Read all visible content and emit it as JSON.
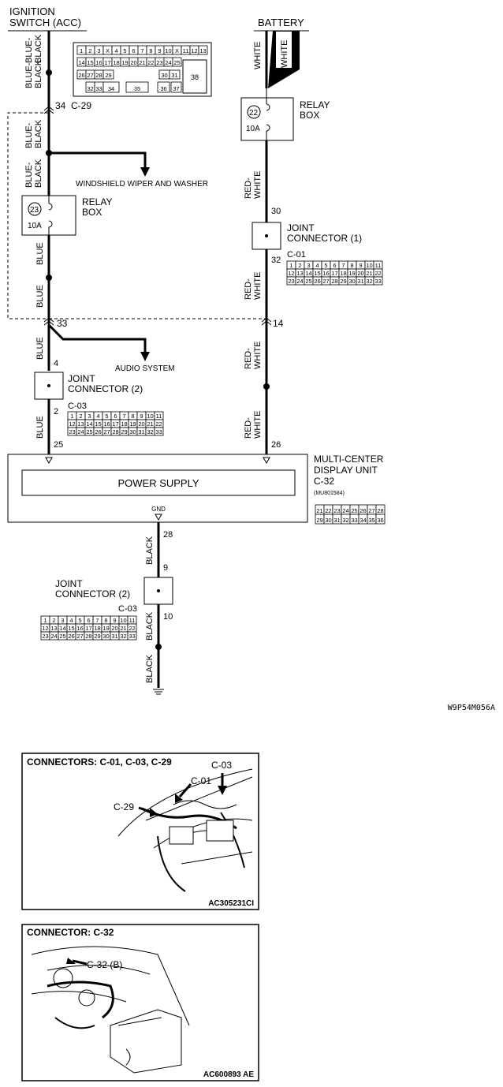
{
  "diagram": {
    "ignition_label_1": "IGNITION",
    "ignition_label_2": "SWITCH (ACC)",
    "battery_label": "BATTERY",
    "white": "WHITE",
    "blue_black_1": "BLUE-",
    "blue_black_2": "BLACK",
    "blue": "BLUE",
    "red_white_1": "RED-",
    "red_white_2": "WHITE",
    "black": "BLACK",
    "relay_box_1": "RELAY",
    "relay_box_2": "BOX",
    "fuse_23": "23",
    "fuse_22": "22",
    "amp_10a": "10A",
    "pin_34": "34",
    "c29": "C-29",
    "wiper_label": "WINDSHIELD WIPER AND WASHER",
    "pin_30": "30",
    "pin_32": "32",
    "joint1_1": "JOINT",
    "joint1_2": "CONNECTOR (1)",
    "c01": "C-01",
    "pin_33": "33",
    "pin_14": "14",
    "audio_label": "AUDIO SYSTEM",
    "pin_4": "4",
    "pin_2": "2",
    "joint2_1": "JOINT",
    "joint2_2": "CONNECTOR (2)",
    "c03": "C-03",
    "pin_25": "25",
    "pin_26": "26",
    "mcdu_1": "MULTI-CENTER",
    "mcdu_2": "DISPLAY UNIT",
    "c32": "C-32",
    "mcdu_part": "(MU801584)",
    "power_supply": "POWER SUPPLY",
    "gnd": "GND",
    "pin_28": "28",
    "pin_9": "9",
    "pin_10": "10",
    "diagram_code": "W9P54M056A",
    "c29_grid_top": [
      "1",
      "2",
      "3",
      "X",
      "4",
      "5",
      "6",
      "7",
      "8",
      "9",
      "10",
      "X",
      "11",
      "12",
      "13"
    ],
    "c29_grid_mid": [
      "14",
      "15",
      "16",
      "17",
      "18",
      "19",
      "20",
      "21",
      "22",
      "23",
      "24",
      "25"
    ],
    "c29_grid_r3": [
      "26",
      "27",
      "28",
      "29",
      "30",
      "31"
    ],
    "c29_grid_r4": [
      "32",
      "33",
      "34",
      "35",
      "36",
      "37"
    ],
    "c29_big": "38",
    "jc_row1": [
      "1",
      "2",
      "3",
      "4",
      "5",
      "6",
      "7",
      "8",
      "9",
      "10",
      "11"
    ],
    "jc_row2": [
      "12",
      "13",
      "14",
      "15",
      "16",
      "17",
      "18",
      "19",
      "20",
      "21",
      "22"
    ],
    "jc_row3": [
      "23",
      "24",
      "25",
      "26",
      "27",
      "28",
      "29",
      "30",
      "31",
      "32",
      "33"
    ],
    "c32_row1": [
      "21",
      "22",
      "23",
      "24",
      "25",
      "26",
      "27",
      "28"
    ],
    "c32_row2": [
      "29",
      "30",
      "31",
      "32",
      "33",
      "34",
      "35",
      "36"
    ]
  },
  "photo1": {
    "title": "CONNECTORS: C-01, C-03, C-29",
    "label_c03": "C-03",
    "label_c01": "C-01",
    "label_c29": "C-29",
    "code": "AC305231CI"
  },
  "photo2": {
    "title": "CONNECTOR: C-32",
    "label_c32b": "C-32 (B)",
    "code": "AC600893 AE"
  }
}
